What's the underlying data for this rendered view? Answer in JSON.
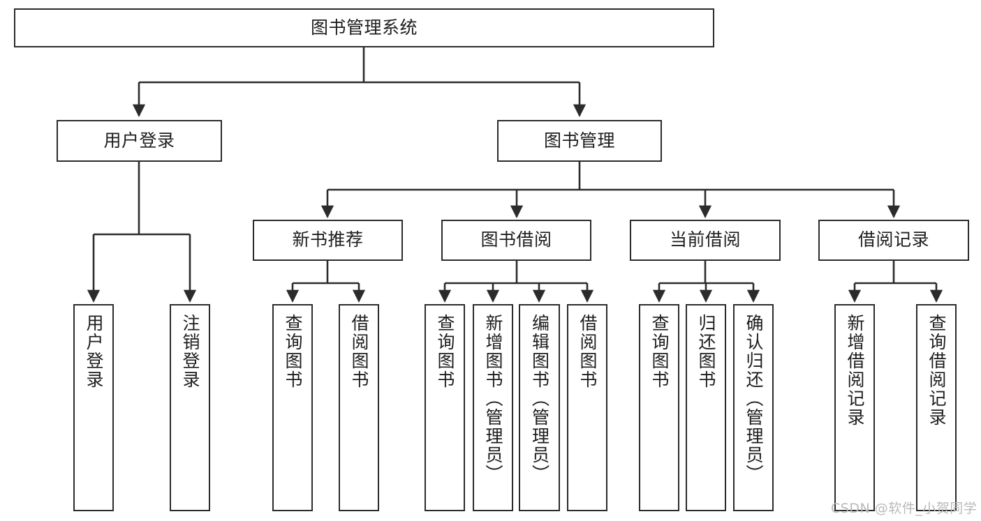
{
  "diagram": {
    "title": "图书管理系统",
    "type": "tree-hierarchy",
    "root": {
      "label": "图书管理系统"
    },
    "level2": [
      {
        "label": "用户登录"
      },
      {
        "label": "图书管理"
      }
    ],
    "level3": [
      {
        "label": "新书推荐"
      },
      {
        "label": "图书借阅"
      },
      {
        "label": "当前借阅"
      },
      {
        "label": "借阅记录"
      }
    ],
    "leaves": {
      "user_login": [
        {
          "label": "用户登录"
        },
        {
          "label": "注销登录"
        }
      ],
      "new_book_recommend": [
        {
          "label": "查询图书"
        },
        {
          "label": "借阅图书"
        }
      ],
      "book_borrow": [
        {
          "label": "查询图书"
        },
        {
          "label": "新增图书（管理员）"
        },
        {
          "label": "编辑图书（管理员）"
        },
        {
          "label": "借阅图书"
        }
      ],
      "current_borrow": [
        {
          "label": "查询图书"
        },
        {
          "label": "归还图书"
        },
        {
          "label": "确认归还（管理员）"
        }
      ],
      "borrow_record": [
        {
          "label": "新增借阅记录"
        },
        {
          "label": "查询借阅记录"
        }
      ]
    }
  },
  "watermark": {
    "text": "CSDN @软件_小贺同学"
  },
  "colors": {
    "stroke": "#2b2b2b",
    "background": "#ffffff",
    "text": "#1d1d1d",
    "watermark": "#b9b9b9"
  }
}
